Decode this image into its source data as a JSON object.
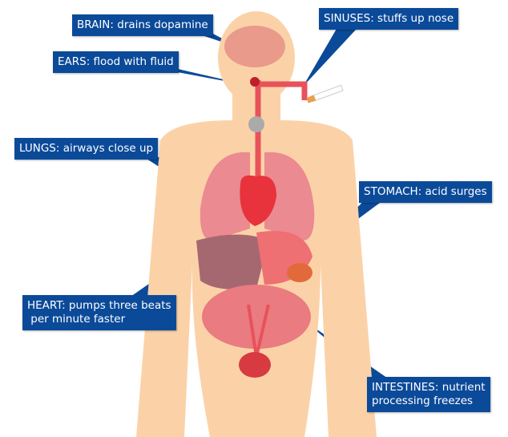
{
  "labels": {
    "brain": "BRAIN: drains dopamine",
    "sinuses": "SINUSES: stuffs up nose",
    "ears": "EARS: flood with fluid",
    "lungs": "LUNGS: airways close up",
    "stomach": "STOMACH: acid surges",
    "heart_line1": "HEART: pumps three beats",
    "heart_line2": " per minute faster",
    "intestines_line1": "INTESTINES: nutrient",
    "intestines_line2": "processing freezes"
  },
  "colors": {
    "label_bg": "#0b4a99",
    "skin": "#fbd2a8",
    "organ": "#e8525a"
  }
}
